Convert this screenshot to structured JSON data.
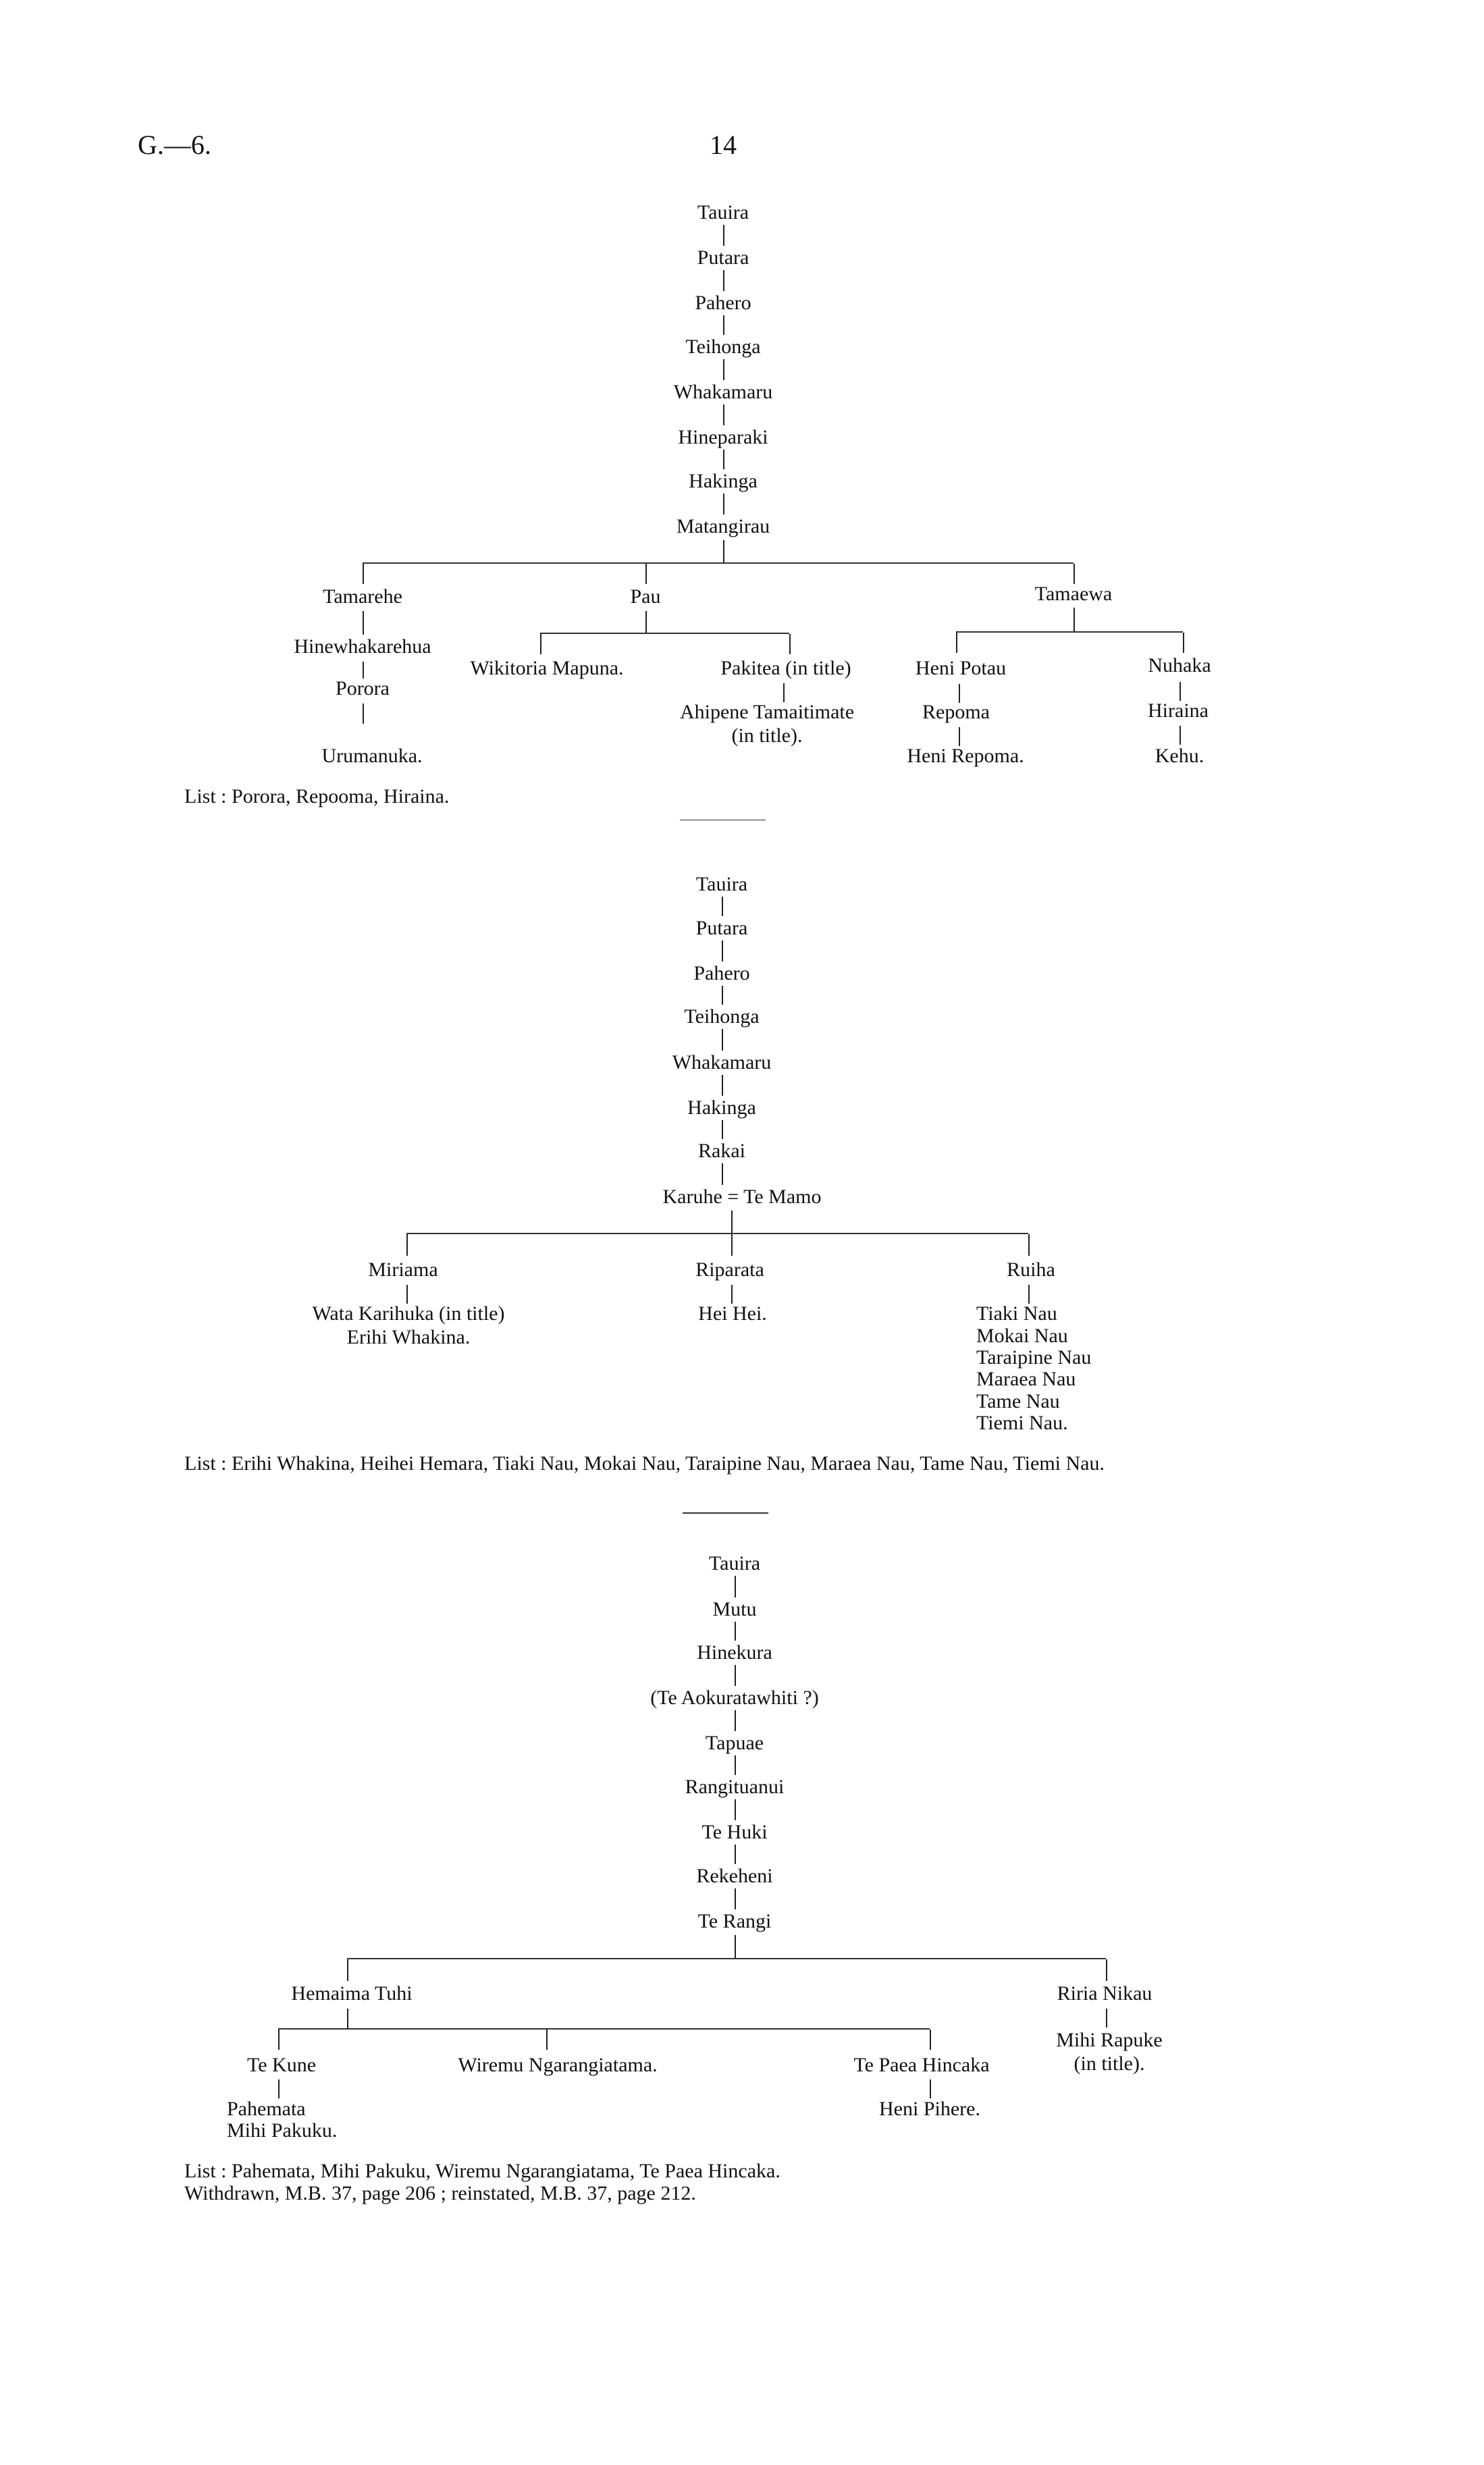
{
  "header": {
    "ref": "G.—6.",
    "page": "14"
  },
  "trees": [
    {
      "chain": [
        "Tauira",
        "Putara",
        "Pahero",
        "Teihonga",
        "Whakamaru",
        "Hineparaki",
        "Hakinga",
        "Matangirau"
      ],
      "branches": {
        "tamarehe": {
          "name": "Tamarehe",
          "line": [
            "Hinewhakarehua",
            "Porora",
            "Urumanuka."
          ]
        },
        "pau": {
          "name": "Pau",
          "children": [
            "Wikitoria Mapuna.",
            "Pakitea (in title)"
          ],
          "grandchild": [
            "Ahipene Tamaitimate",
            "(in title)."
          ]
        },
        "tamaewa": {
          "name": "Tamaewa",
          "left": [
            "Heni Potau",
            "Repoma",
            "Heni Repoma."
          ],
          "right": [
            "Nuhaka",
            "Hiraina",
            "Kehu."
          ]
        }
      },
      "list": "List : Porora, Repooma, Hiraina."
    },
    {
      "chain": [
        "Tauira",
        "Putara",
        "Pahero",
        "Teihonga",
        "Whakamaru",
        "Hakinga",
        "Rakai",
        "Karuhe = Te Mamo"
      ],
      "branches": {
        "miriama": {
          "name": "Miriama",
          "children": [
            "Wata Karihuka (in title)",
            "Erihi Whakina."
          ]
        },
        "riparata": {
          "name": "Riparata",
          "children": [
            "Hei Hei."
          ]
        },
        "ruiha": {
          "name": "Ruiha",
          "children": [
            "Tiaki Nau",
            "Mokai Nau",
            "Taraipine Nau",
            "Maraea Nau",
            "Tame Nau",
            "Tiemi Nau."
          ]
        }
      },
      "list": "List : Erihi Whakina, Heihei Hemara, Tiaki Nau, Mokai Nau, Taraipine Nau, Maraea Nau, Tame Nau, Tiemi Nau."
    },
    {
      "chain": [
        "Tauira",
        "Mutu",
        "Hinekura",
        "(Te Aokuratawhiti ?)",
        "Tapuae",
        "Rangituanui",
        "Te Huki",
        "Rekeheni",
        "Te Rangi"
      ],
      "branches": {
        "hemaima": {
          "name": "Hemaima Tuhi",
          "children": [
            "Te Kune",
            "Wiremu Ngarangiatama.",
            "Te Paea Hincaka"
          ],
          "tekune_children": [
            "Pahemata",
            "Mihi Pakuku."
          ],
          "tepaea_child": "Heni Pihere."
        },
        "riria": {
          "name": "Riria Nikau",
          "children": [
            "Mihi Rapuke",
            "(in title)."
          ]
        }
      },
      "list": "List : Pahemata, Mihi Pakuku, Wiremu Ngarangiatama, Te Paea Hincaka.",
      "note": "Withdrawn, M.B. 37, page 206 ; reinstated, M.B. 37, page 212."
    }
  ]
}
